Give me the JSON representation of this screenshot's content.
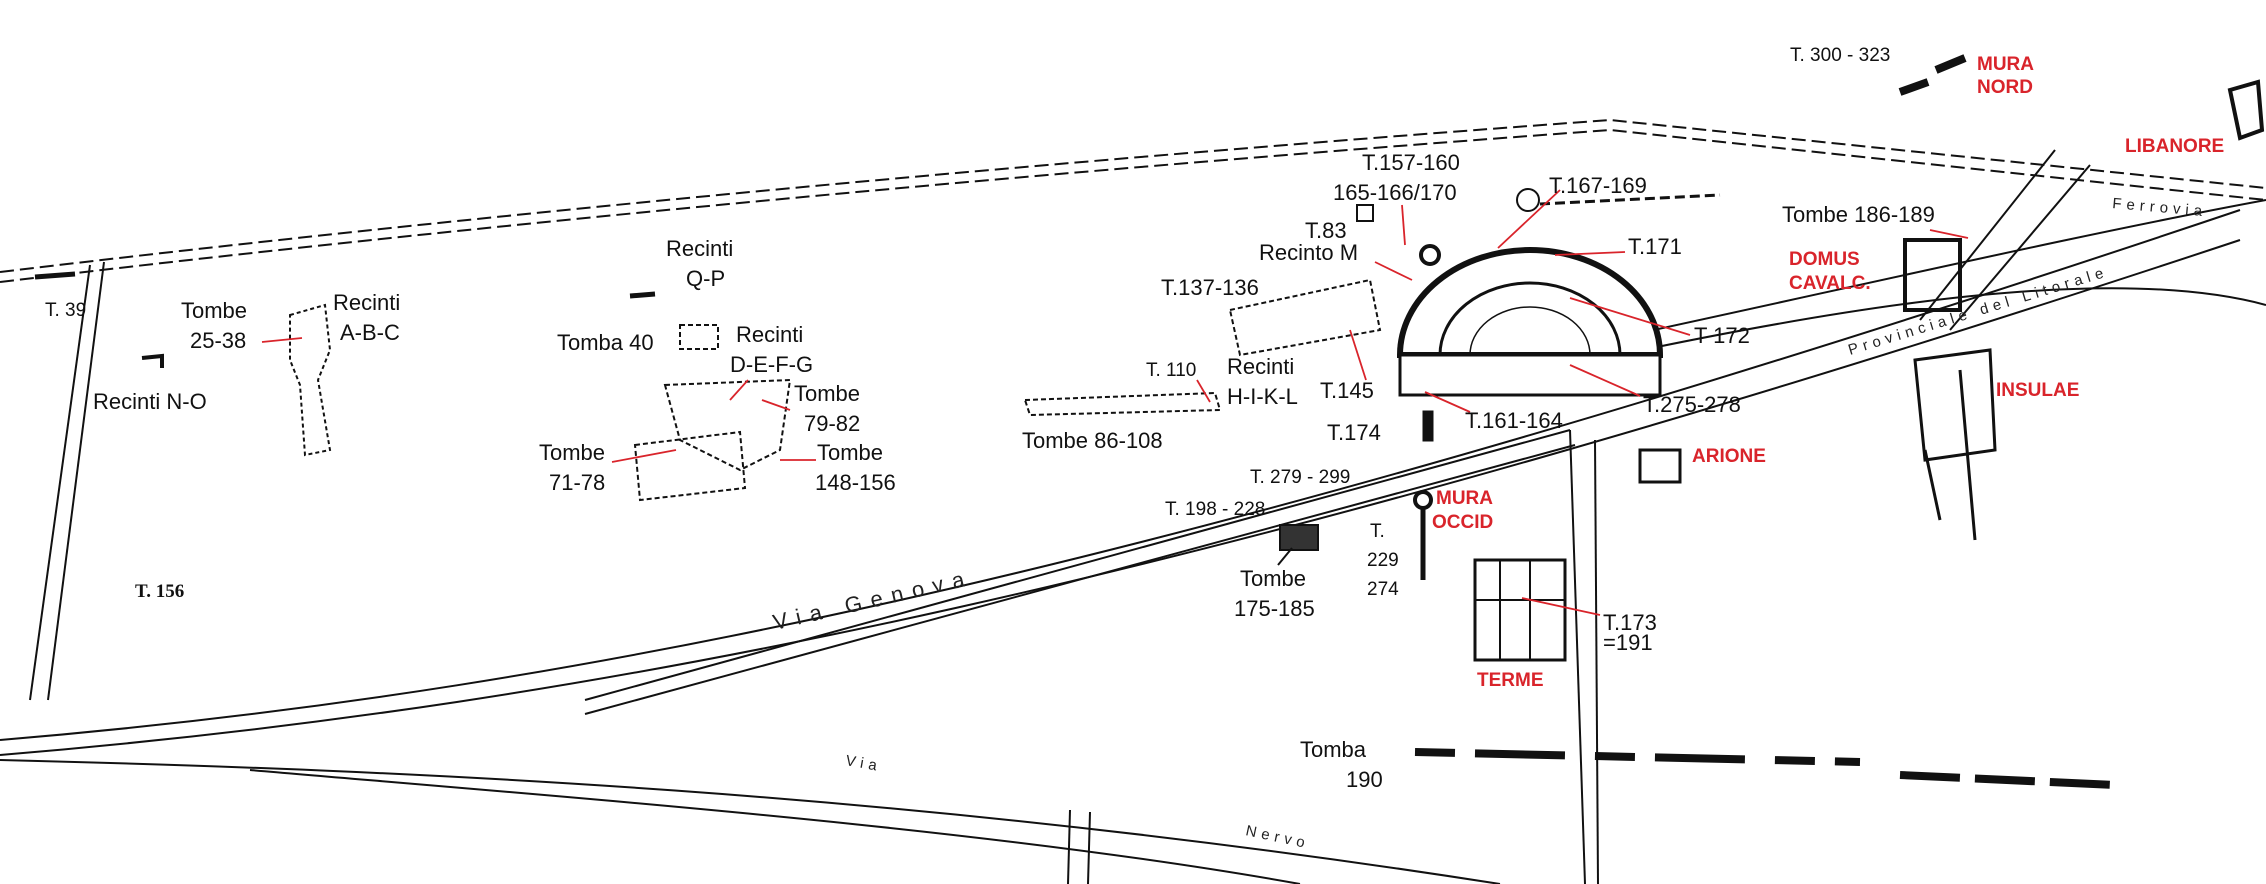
{
  "colors": {
    "accent_red": "#d9242b",
    "ink": "#111111"
  },
  "roads": {
    "via_genova": "Via Genova",
    "provinciale": "Provinciale del Litorale",
    "ferrovia": "Ferrovia",
    "via_nervo": "Via",
    "nervo": "Nervo"
  },
  "labels": {
    "t39": "T. 39",
    "tombe_25_38_a": "Tombe",
    "tombe_25_38_b": "25-38",
    "recinti_abc_a": "Recinti",
    "recinti_abc_b": "A-B-C",
    "recinti_no": "Recinti N-O",
    "t156": "T. 156",
    "recinti_qp_a": "Recinti",
    "recinti_qp_b": "Q-P",
    "tomba_40": "Tomba 40",
    "recinti_defg_a": "Recinti",
    "recinti_defg_b": "D-E-F-G",
    "tombe_79_82_a": "Tombe",
    "tombe_79_82_b": "79-82",
    "tombe_71_78_a": "Tombe",
    "tombe_71_78_b": "71-78",
    "tombe_148_156_a": "Tombe",
    "tombe_148_156_b": "148-156",
    "t157_160": "T.157-160",
    "t165_170": "165-166/170",
    "t167_169": "T.167-169",
    "t83": "T.83",
    "recinto_m": "Recinto M",
    "t171": "T.171",
    "t137_136": "T.137-136",
    "t172": "T 172",
    "t110": "T. 110",
    "recinti_hikl_a": "Recinti",
    "recinti_hikl_b": "H-I-K-L",
    "t145": "T.145",
    "tombe_86_108": "Tombe 86-108",
    "t174": "T.174",
    "t161_164": "T.161-164",
    "t275_278": "T.275-278",
    "t279_299": "T. 279 - 299",
    "t198_228": "T. 198 - 228",
    "t229_274_a": "T.",
    "t229_274_b": "229",
    "t229_274_c": "274",
    "tombe_175_185_a": "Tombe",
    "tombe_175_185_b": "175-185",
    "t173_a": "T.173",
    "t173_b": "=191",
    "tomba_190_a": "Tomba",
    "tomba_190_b": "190",
    "t300_323": "T. 300 - 323",
    "tombe_186_189": "Tombe 186-189"
  },
  "red_labels": {
    "mura_nord_a": "MURA",
    "mura_nord_b": "NORD",
    "libanore": "LIBANORE",
    "domus_a": "DOMUS",
    "domus_b": "CAVALC.",
    "insulae": "INSULAE",
    "arione": "ARIONE",
    "mura_occid_a": "MURA",
    "mura_occid_b": "OCCID",
    "terme": "TERME"
  }
}
